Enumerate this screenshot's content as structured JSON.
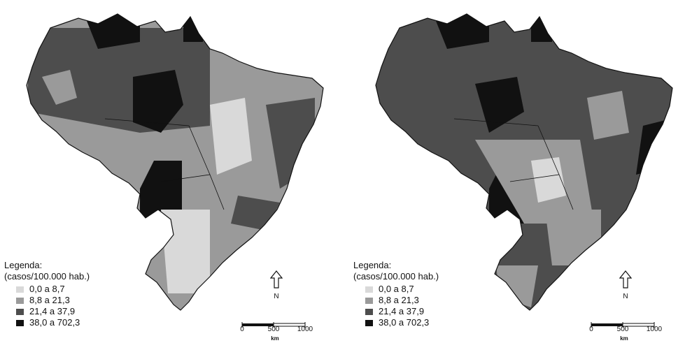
{
  "maps": [
    {
      "id": "left",
      "legend": {
        "title_line1": "Legenda:",
        "title_line2": "(casos/100.000 hab.)",
        "classes": [
          {
            "label": "0,0 a 8,7",
            "color": "#d9d9d9"
          },
          {
            "label": "8,8 a 21,3",
            "color": "#9a9a9a"
          },
          {
            "label": "21,4 a 37,9",
            "color": "#4d4d4d"
          },
          {
            "label": "38,0 a 702,3",
            "color": "#111111"
          }
        ]
      },
      "north_label": "N",
      "scale": {
        "ticks": [
          "0",
          "500",
          "1000"
        ],
        "unit": "km"
      }
    },
    {
      "id": "right",
      "legend": {
        "title_line1": "Legenda:",
        "title_line2": "(casos/100.000 hab.)",
        "classes": [
          {
            "label": "0,0 a 8,7",
            "color": "#d9d9d9"
          },
          {
            "label": "8,8 a 21,3",
            "color": "#9a9a9a"
          },
          {
            "label": "21,4 a 37,9",
            "color": "#4d4d4d"
          },
          {
            "label": "38,0 a 702,3",
            "color": "#111111"
          }
        ]
      },
      "north_label": "N",
      "scale": {
        "ticks": [
          "0",
          "500",
          "1000"
        ],
        "unit": "km"
      }
    }
  ]
}
